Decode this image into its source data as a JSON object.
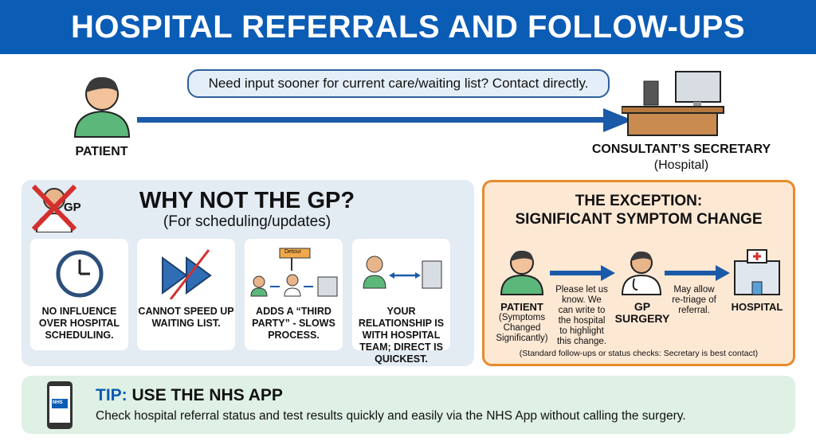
{
  "header": {
    "title": "HOSPITAL REFERRALS AND FOLLOW-UPS"
  },
  "top": {
    "patient_label": "PATIENT",
    "bubble": "Need input sooner for current care/waiting list? Contact directly.",
    "secretary_label": "CONSULTANT’S SECRETARY",
    "secretary_sub": "(Hospital)"
  },
  "why": {
    "badge": "GP",
    "title": "WHY NOT THE GP?",
    "subtitle": "(For scheduling/updates)",
    "detour": "Detour",
    "cards": [
      {
        "text": "NO INFLUENCE OVER HOSPITAL SCHEDULING."
      },
      {
        "text": "CANNOT SPEED UP WAITING LIST."
      },
      {
        "text": "ADDS A “THIRD PARTY” - SLOWS PROCESS."
      },
      {
        "text": "YOUR RELATIONSHIP IS WITH HOSPITAL TEAM; DIRECT IS QUICKEST."
      }
    ]
  },
  "exception": {
    "title1": "THE EXCEPTION:",
    "title2": "SIGNIFICANT SYMPTOM CHANGE",
    "patient": "PATIENT",
    "patient_sub": "(Symptoms Changed Significantly)",
    "note1": "Please let us know. We can write to the hospital to highlight this change.",
    "gp": "GP SURGERY",
    "note2": "May allow re-triage of referral.",
    "hospital": "HOSPITAL",
    "footer": "(Standard follow-ups or status checks: Secretary is best contact)"
  },
  "tip": {
    "label": "TIP:",
    "title": "USE THE NHS APP",
    "text": "Check hospital referral status and test results quickly and easily via the NHS App without calling the surgery.",
    "app_logo": "NHS"
  },
  "colors": {
    "header": "#0b5cb5",
    "arrow": "#1a5aa8",
    "orange": "#e98a2b"
  }
}
